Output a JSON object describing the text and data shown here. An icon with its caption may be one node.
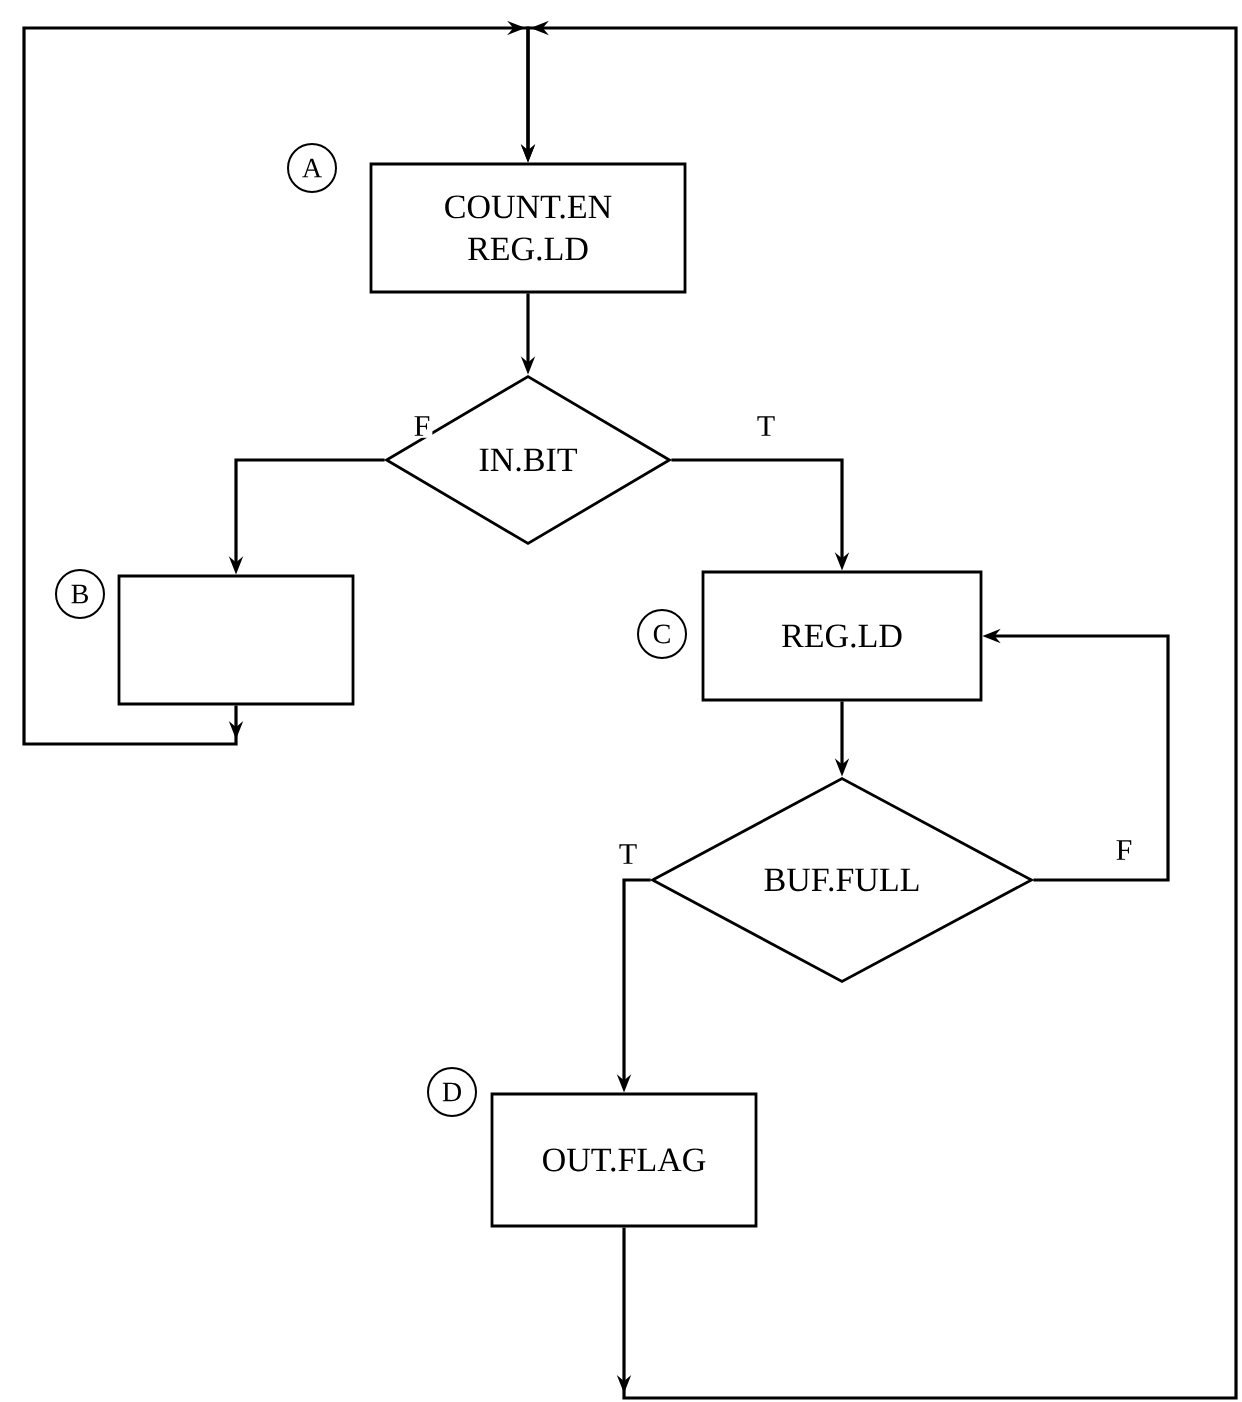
{
  "diagram": {
    "nodes": [
      {
        "text": [
          "COUNT.EN REG.LD"
        ],
        "beside": [
          "A"
        ]
      },
      {
        "text": [
          "IN.BIT"
        ]
      },
      {
        "text": [],
        "shape": "box",
        "beside": [
          "B"
        ]
      },
      {
        "text": [
          "REG.LD"
        ],
        "beside": [
          "C"
        ]
      },
      {
        "text": [
          "BUF.FULL"
        ]
      },
      {
        "text": [
          "OUT.FLAG"
        ],
        "beside": [
          "D"
        ]
      }
    ],
    "edges": [
      {
        "from": 0,
        "to": 1,
        "arrow": "to"
      },
      {
        "from": 1,
        "to": 2,
        "arrow": "to",
        "label": "F"
      },
      {
        "from": 1,
        "to": 3,
        "arrow": "to",
        "label": "T"
      },
      {
        "from": 2,
        "to": 0,
        "arrow": "to"
      },
      {
        "from": 3,
        "to": 4,
        "arrow": "to"
      },
      {
        "from": 4,
        "to": 3,
        "arrow": "to",
        "label": "F"
      },
      {
        "from": 4,
        "to": 5,
        "arrow": "to",
        "label": "T"
      },
      {
        "from": 5,
        "to": 0,
        "arrow": "to"
      }
    ]
  }
}
